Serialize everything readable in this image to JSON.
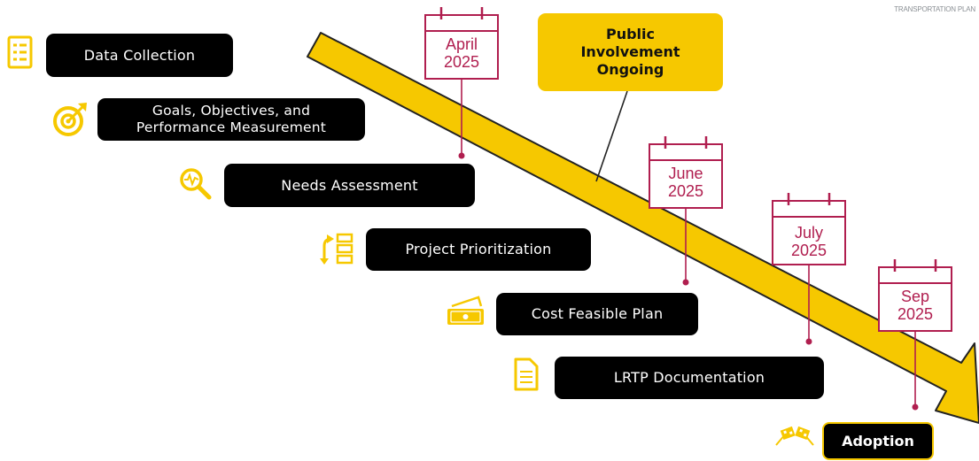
{
  "corner_logo_text": "TRANSPORTATION PLAN",
  "colors": {
    "arrow": "#f6c800",
    "calendar": "#b01e4f",
    "box": "#000000",
    "box_text": "#ffffff",
    "icon": "#f6c800"
  },
  "steps": [
    {
      "label": "Data Collection",
      "icon": "checklist-icon"
    },
    {
      "label": "Goals, Objectives, and Performance Measurement",
      "icon": "target-icon"
    },
    {
      "label": "Needs Assessment",
      "icon": "magnifier-pulse-icon"
    },
    {
      "label": "Project Prioritization",
      "icon": "list-arrow-icon"
    },
    {
      "label": "Cost Feasible Plan",
      "icon": "money-icon"
    },
    {
      "label": "LRTP Documentation",
      "icon": "document-icon"
    }
  ],
  "milestones": [
    {
      "month": "April",
      "year": "2025"
    },
    {
      "month": "June",
      "year": "2025"
    },
    {
      "month": "July",
      "year": "2025"
    },
    {
      "month": "Sep",
      "year": "2025"
    }
  ],
  "public_involvement": "Public\nInvolvement\nOngoing",
  "adoption": {
    "label": "Adoption",
    "icon": "checkered-flags-icon"
  }
}
